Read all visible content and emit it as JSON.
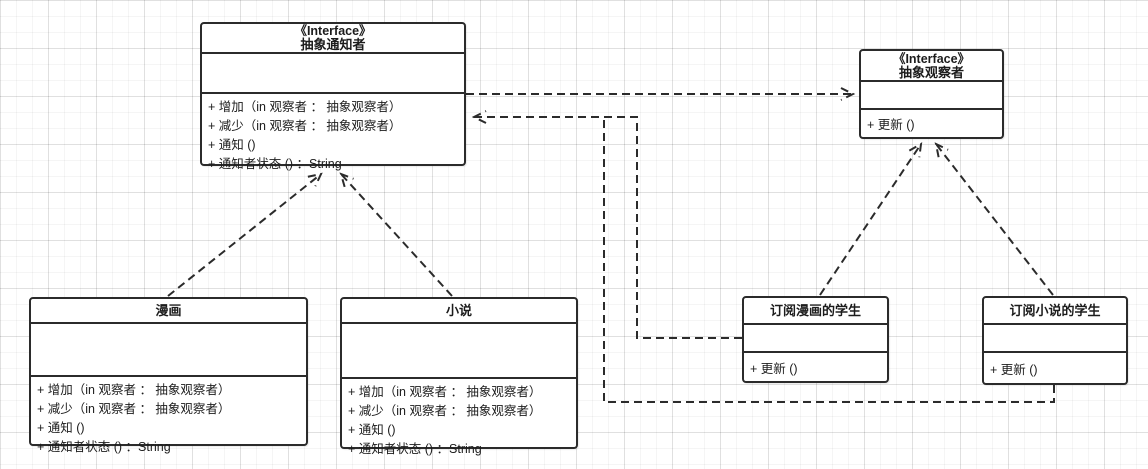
{
  "diagram": {
    "kind": "uml-class-diagram",
    "boxes": {
      "notifier_interface": {
        "stereotype": "《Interface》",
        "name": "抽象通知者",
        "attributes": [],
        "methods": [
          "+ 增加（in 观察者 ： 抽象观察者）",
          "+ 减少（in 观察者 ： 抽象观察者）",
          "+ 通知 ()",
          "+ 通知者状态 () ：String"
        ]
      },
      "observer_interface": {
        "stereotype": "《Interface》",
        "name": "抽象观察者",
        "attributes": [],
        "methods": [
          "+ 更新 ()"
        ]
      },
      "comic": {
        "name": "漫画",
        "attributes": [],
        "methods": [
          "+ 增加（in 观察者 ： 抽象观察者）",
          "+ 减少（in 观察者 ： 抽象观察者）",
          "+ 通知 ()",
          "+ 通知者状态 () ：String"
        ]
      },
      "novel": {
        "name": "小说",
        "attributes": [],
        "methods": [
          "+ 增加（in 观察者 ： 抽象观察者）",
          "+ 减少（in 观察者 ： 抽象观察者）",
          "+ 通知 ()",
          "+ 通知者状态 () ：String"
        ]
      },
      "comic_student": {
        "name": "订阅漫画的学生",
        "attributes": [],
        "methods": [
          "+ 更新 ()"
        ]
      },
      "novel_student": {
        "name": "订阅小说的学生",
        "attributes": [],
        "methods": [
          "+ 更新 ()"
        ]
      }
    },
    "relations": [
      {
        "type": "dependency",
        "from": "抽象通知者",
        "to": "抽象观察者",
        "line": "dashed",
        "arrow": "open"
      },
      {
        "type": "dependency",
        "from": "订阅漫画的学生",
        "to": "抽象通知者",
        "line": "dashed",
        "arrow": "open"
      },
      {
        "type": "dependency",
        "from": "订阅小说的学生",
        "to": "抽象通知者",
        "line": "dashed",
        "arrow": "open"
      },
      {
        "type": "realization",
        "from": "漫画",
        "to": "抽象通知者",
        "line": "dashed",
        "arrow": "open"
      },
      {
        "type": "realization",
        "from": "小说",
        "to": "抽象通知者",
        "line": "dashed",
        "arrow": "open"
      },
      {
        "type": "realization",
        "from": "订阅漫画的学生",
        "to": "抽象观察者",
        "line": "dashed",
        "arrow": "open"
      },
      {
        "type": "realization",
        "from": "订阅小说的学生",
        "to": "抽象观察者",
        "line": "dashed",
        "arrow": "open"
      }
    ],
    "colors": {
      "stroke": "#2b2b2b",
      "background": "#ffffff",
      "grid": "#ececec"
    }
  }
}
